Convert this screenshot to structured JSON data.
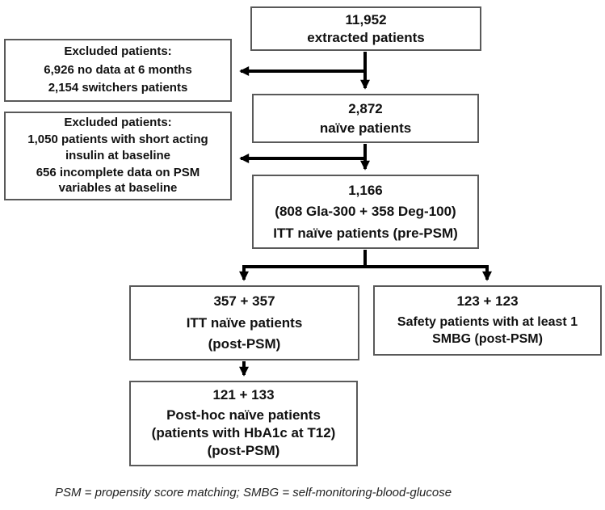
{
  "boxes": {
    "extracted": {
      "lines": [
        "11,952",
        "extracted patients"
      ]
    },
    "excluded_6_months": {
      "lines": [
        "Excluded patients:",
        "6,926 no data at 6 months",
        "2,154 switchers patients"
      ]
    },
    "naive": {
      "lines": [
        "2,872",
        "naïve patients"
      ]
    },
    "excluded_baseline": {
      "lines": [
        "Excluded patients:",
        "1,050 patients with short acting",
        "insulin at baseline",
        "656 incomplete data on PSM",
        "variables at baseline"
      ]
    },
    "itt_pre_psm": {
      "lines": [
        "1,166",
        "(808 Gla-300 + 358 Deg-100)",
        "ITT naïve patients (pre-PSM)"
      ]
    },
    "itt_post_psm": {
      "lines": [
        "357 + 357",
        "ITT naïve patients",
        "(post-PSM)"
      ]
    },
    "safety": {
      "lines": [
        "123 + 123",
        "Safety patients with at least 1",
        "SMBG (post-PSM)"
      ]
    },
    "post_hoc": {
      "lines": [
        "121 + 133",
        "Post-hoc naïve patients",
        "(patients with HbA1c at T12)",
        "(post-PSM)"
      ]
    }
  },
  "footnote": "PSM = propensity score matching; SMBG = self-monitoring-blood-glucose",
  "colors": {
    "box_border": "#595959",
    "arrow": "#000000",
    "text": "#111111",
    "background": "#ffffff"
  }
}
